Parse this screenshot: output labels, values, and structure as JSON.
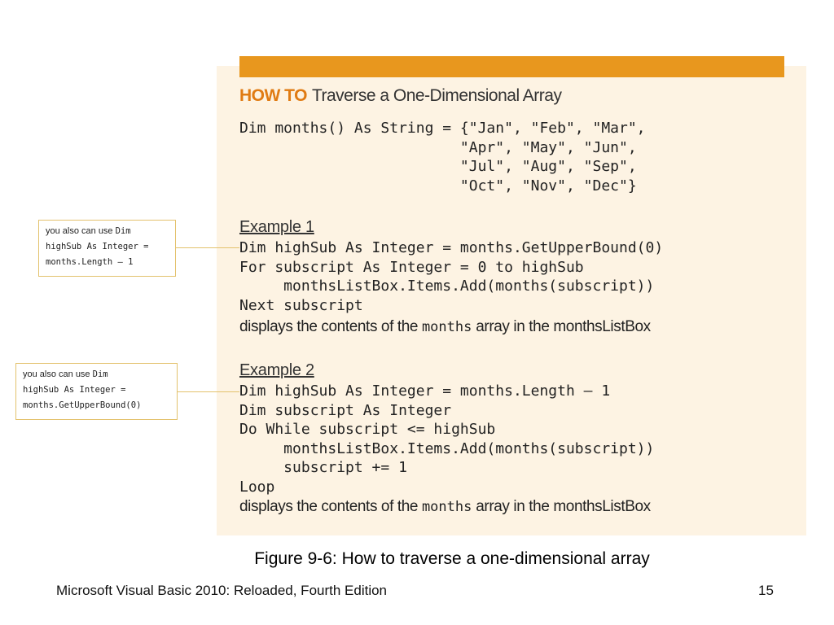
{
  "slide": {
    "heading": {
      "howto": "HOW TO",
      "title": "Traverse a One-Dimensional Array"
    },
    "declaration_code": "Dim months() As String = {\"Jan\", \"Feb\", \"Mar\",\n                         \"Apr\", \"May\", \"Jun\",\n                         \"Jul\", \"Aug\", \"Sep\",\n                         \"Oct\", \"Nov\", \"Dec\"}",
    "example1": {
      "title": "Example 1",
      "code": "Dim highSub As Integer = months.GetUpperBound(0)\nFor subscript As Integer = 0 to highSub\n     monthsListBox.Items.Add(months(subscript))\nNext subscript",
      "desc_before": "displays the contents of the ",
      "desc_code": "months",
      "desc_after": " array in the monthsListBox"
    },
    "example2": {
      "title": "Example 2",
      "code": "Dim highSub As Integer = months.Length – 1\nDim subscript As Integer\nDo While subscript <= highSub\n     monthsListBox.Items.Add(months(subscript))\n     subscript += 1\nLoop",
      "desc_before": "displays the contents of the ",
      "desc_code": "months",
      "desc_after": " array in the monthsListBox"
    },
    "callout1": {
      "line1_text": "you also can use ",
      "line1_code": "Dim",
      "line2": "highSub As Integer =",
      "line3": "months.Length – 1"
    },
    "callout2": {
      "line1_text": "you also can use ",
      "line1_code": "Dim",
      "line2": "highSub As Integer =",
      "line3": "months.GetUpperBound(0)"
    },
    "caption": "Figure 9-6: How to traverse a one-dimensional array",
    "footer": {
      "book": "Microsoft Visual Basic 2010: Reloaded, Fourth Edition",
      "page": "15"
    }
  },
  "colors": {
    "accent_orange": "#e8971e",
    "howto_orange": "#e07b13",
    "panel_bg": "#fdf3e3",
    "callout_border": "#e3c26d"
  }
}
